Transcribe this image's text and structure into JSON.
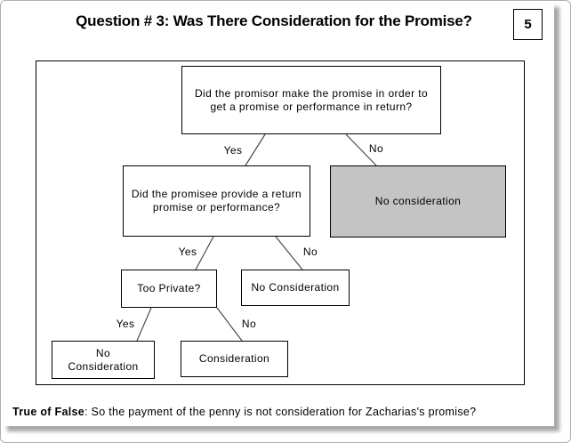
{
  "page": {
    "title": "Question # 3: Was There Consideration for the Promise?",
    "slide_number": "5"
  },
  "flowchart": {
    "nodes": {
      "q_promisor": {
        "text": "Did the promisor make the promise in order to get a promise or performance in return?"
      },
      "no_consideration_top": {
        "text": "No consideration",
        "fill": "#c4c4c4"
      },
      "q_promisee": {
        "text": "Did the promisee provide a return promise or performance?"
      },
      "q_too_private": {
        "text": "Too Private?"
      },
      "no_consideration_mid": {
        "text": "No Consideration"
      },
      "no_consideration_bottom": {
        "text": "No Consideration"
      },
      "consideration": {
        "text": "Consideration"
      }
    },
    "edges": {
      "q1_yes": "Yes",
      "q1_no": "No",
      "q2_yes": "Yes",
      "q2_no": "No",
      "q3_yes": "Yes",
      "q3_no": "No"
    }
  },
  "footer": {
    "lead": "True of False",
    "rest": ": So the payment of the penny is not consideration for Zacharias's promise?"
  },
  "colors": {
    "box_border": "#000000",
    "gray_box_fill": "#c4c4c4",
    "connector_line": "#4a4a4a",
    "frame_border": "#b0b0b0"
  }
}
